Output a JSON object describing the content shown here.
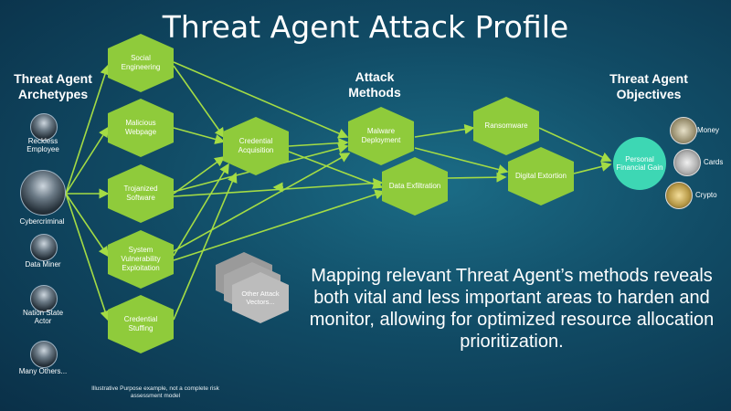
{
  "title": "Threat Agent Attack Profile",
  "headings": {
    "archetypes": "Threat Agent Archetypes",
    "methods": "Attack Methods",
    "objectives": "Threat Agent Objectives"
  },
  "archetypes": [
    "Reckless Employee",
    "Cybercriminal",
    "Data Miner",
    "Nation State Actor",
    "Many Others..."
  ],
  "vectors": [
    "Social Engineering",
    "Malicious Webpage",
    "Trojanized Software",
    "System Vulnerability Exploitation",
    "Credential Stuffing"
  ],
  "middle": {
    "credential_acquisition": "Credential Acquisition",
    "malware_deployment": "Malware Deployment",
    "data_exfiltration": "Data Exfiltration",
    "ransomware": "Ransomware",
    "digital_extortion": "Digital Extortion",
    "other_vectors": "Other Attack Vectors..."
  },
  "objective": "Personal Financial Gain",
  "gains": [
    "Money",
    "Cards",
    "Crypto"
  ],
  "statement": "Mapping relevant Threat Agent’s methods reveals both vital and less important areas to harden and monitor, allowing for optimized resource allocation prioritization.",
  "footnote": "Illustrative Purpose example, not a complete risk assessment model",
  "colors": {
    "hex": "#8fcb3b",
    "arrow": "#a4dc44",
    "goal": "#3dd7b4",
    "other": "#b7b7b7"
  }
}
